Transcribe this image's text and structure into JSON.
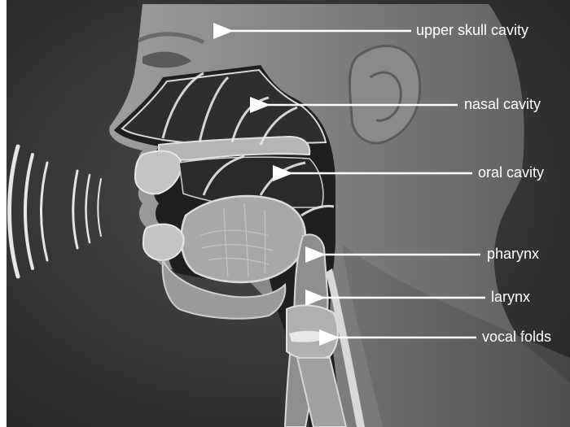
{
  "labels": [
    {
      "id": "upper-skull-cavity",
      "text": "upper skull cavity"
    },
    {
      "id": "nasal-cavity",
      "text": "nasal cavity"
    },
    {
      "id": "oral-cavity",
      "text": "oral cavity"
    },
    {
      "id": "pharynx",
      "text": "pharynx"
    },
    {
      "id": "larynx",
      "text": "larynx"
    },
    {
      "id": "vocal-folds",
      "text": "vocal folds"
    }
  ],
  "colors": {
    "background": "#3c3c3c",
    "skin": "#9a9a9a",
    "tissue_light": "#c8c8c8",
    "cavity_dark": "#2a2a2a",
    "label_text": "#ffffff",
    "arrow": "#ffffff"
  }
}
